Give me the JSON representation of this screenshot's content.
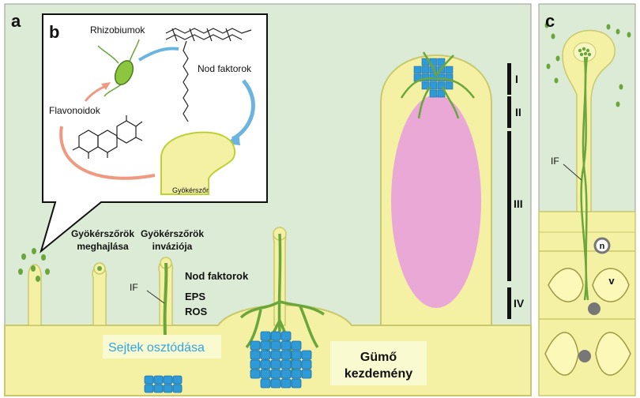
{
  "panel_a": {
    "letter": "a",
    "labels": {
      "bending": [
        "Gyökérszőrök",
        "meghajlása"
      ],
      "invasion": [
        "Gyökérszőrök",
        "inváziója"
      ],
      "nod": "Nod faktorok",
      "eps": "EPS",
      "ros": "ROS",
      "if": "IF",
      "division": "Sejtek osztódása",
      "primordium": [
        "Gümő",
        "kezdemény"
      ]
    },
    "zones": [
      "I",
      "II",
      "III",
      "IV"
    ],
    "colors": {
      "background": "#dcebd6",
      "tissue": "#f4f1a4",
      "outline": "#c9c96b",
      "pink": "#e9a8d6",
      "cells": "#2f9ad8",
      "thread": "#6aa63c",
      "division_text": "#2fa6e0"
    }
  },
  "panel_b": {
    "letter": "b",
    "labels": {
      "rhizobia": "Rhizobiumok",
      "nod": "Nod faktorok",
      "flavonoids": "Flavonoidok",
      "roothair": "Gyökérszőr"
    },
    "colors": {
      "arrow_blue": "#6cb4e0",
      "arrow_salmon": "#ef9a80"
    }
  },
  "panel_c": {
    "letter": "c",
    "labels": {
      "if": "IF",
      "n": "n",
      "v": "v"
    }
  }
}
